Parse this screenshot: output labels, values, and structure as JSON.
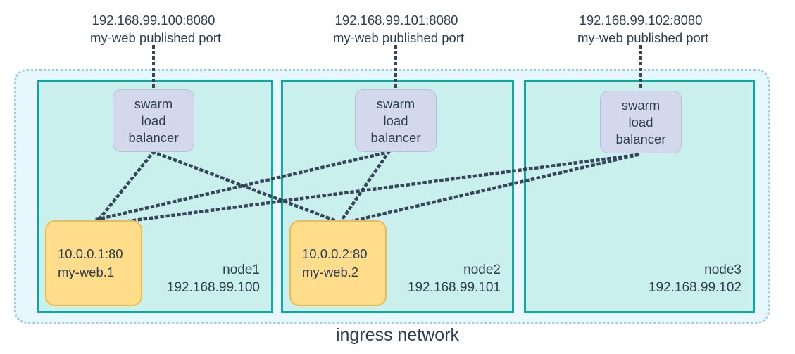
{
  "diagram": {
    "caption": "ingress network",
    "colors": {
      "ingress_fill": "#e8f6fd",
      "ingress_border": "#9ecbe8",
      "node_fill": "#c9f0ec",
      "node_border": "#11a6a0",
      "lb_fill": "#d4d8ec",
      "lb_border": "#b9bedb",
      "task_fill": "#ffdd8a",
      "task_border": "#f5b944",
      "wire": "#37455c",
      "text": "#2e3d52"
    }
  },
  "published_ports": [
    {
      "address": "192.168.99.100:8080",
      "description": "my-web published port"
    },
    {
      "address": "192.168.99.101:8080",
      "description": "my-web published port"
    },
    {
      "address": "192.168.99.102:8080",
      "description": "my-web published port"
    }
  ],
  "load_balancers": [
    {
      "line1": "swarm",
      "line2": "load",
      "line3": "balancer"
    },
    {
      "line1": "swarm",
      "line2": "load",
      "line3": "balancer"
    },
    {
      "line1": "swarm",
      "line2": "load",
      "line3": "balancer"
    }
  ],
  "nodes": [
    {
      "name": "node1",
      "ip": "192.168.99.100"
    },
    {
      "name": "node2",
      "ip": "192.168.99.101"
    },
    {
      "name": "node3",
      "ip": "192.168.99.102"
    }
  ],
  "tasks": [
    {
      "address": "10.0.0.1:80",
      "name": "my-web.1"
    },
    {
      "address": "10.0.0.2:80",
      "name": "my-web.2"
    }
  ]
}
